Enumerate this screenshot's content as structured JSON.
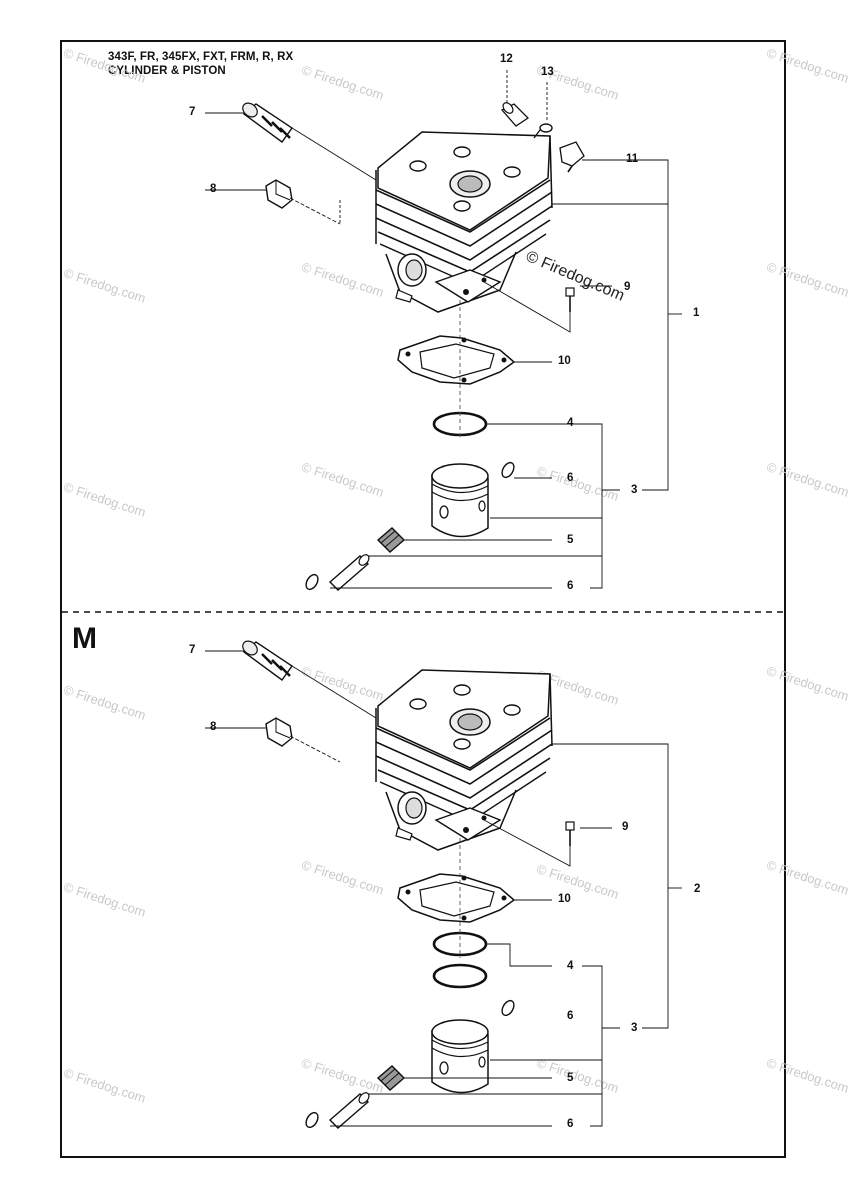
{
  "header": {
    "title_line1": "343F, FR, 345FX, FXT, FRM, R, RX",
    "title_line2": "CYLINDER & PISTON"
  },
  "section_label": "M",
  "watermark": {
    "text": "© Firedog.com",
    "stamp_text": "© Firedog.com",
    "color": "#c9c9c9"
  },
  "top_callouts": [
    "12",
    "13",
    "7",
    "11",
    "8",
    "9",
    "1",
    "10",
    "4",
    "6",
    "3",
    "5",
    "6"
  ],
  "bottom_callouts": [
    "7",
    "8",
    "9",
    "2",
    "10",
    "4",
    "6",
    "3",
    "5",
    "6"
  ],
  "icons": [
    "intake-nipple-icon",
    "decompression-valve-icon",
    "cylinder-icon",
    "gasket-icon",
    "piston-ring-icon",
    "piston-icon",
    "piston-pin-icon",
    "needle-bearing-icon",
    "circlip-icon",
    "screw-icon",
    "elbow-fitting-icon",
    "sleeve-icon",
    "clamp-icon"
  ]
}
